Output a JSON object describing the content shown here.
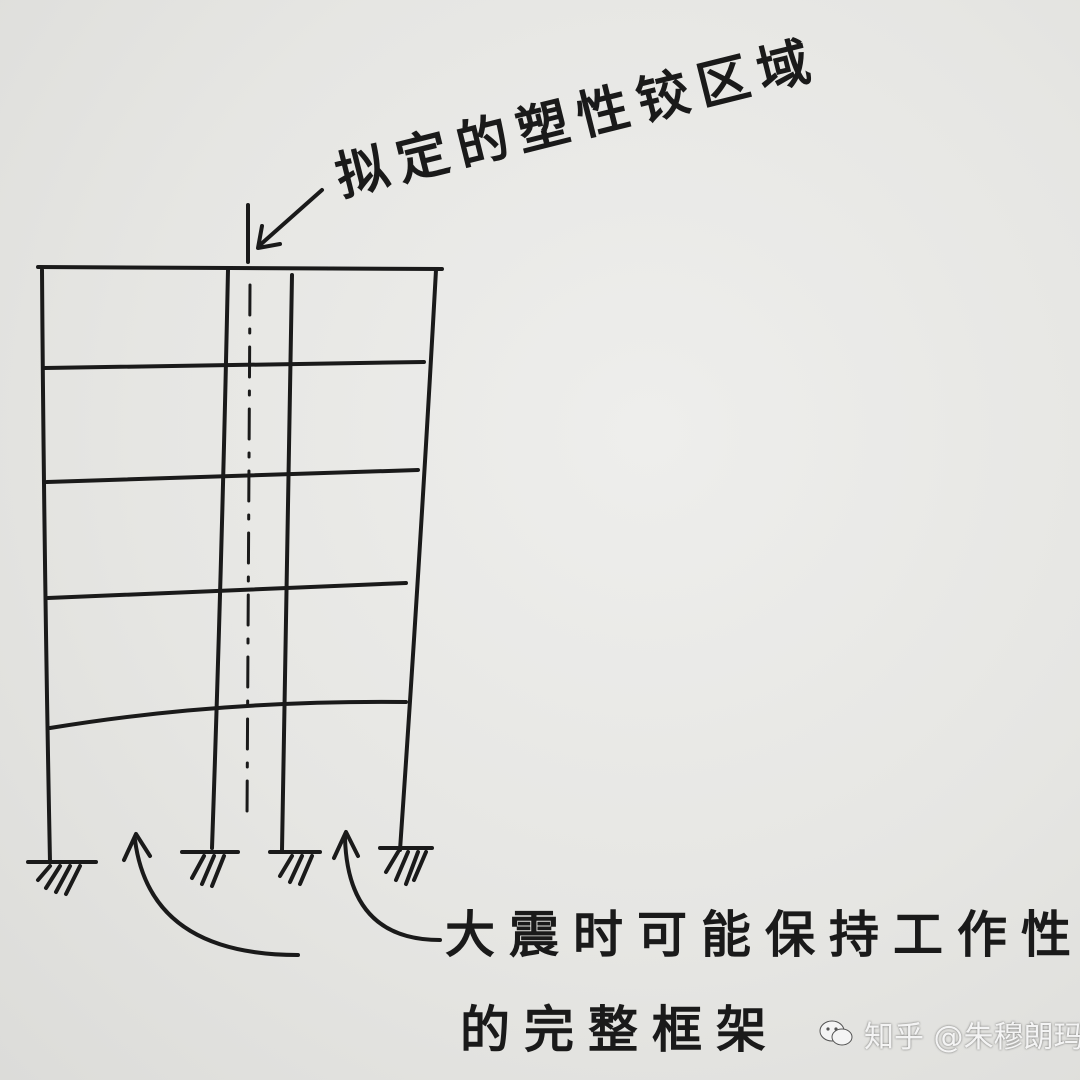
{
  "annotations": {
    "top_label": "拟定的塑性铰区域",
    "bottom_label_line1": "大震时可能保持工作性能",
    "bottom_label_line2": "的完整框架"
  },
  "watermark": {
    "text": "知乎 @朱穆朗玛",
    "icon": "wechat-bubble-icon"
  },
  "colors": {
    "ink": "#1a1a1a",
    "paper": "#e9e9e7"
  }
}
